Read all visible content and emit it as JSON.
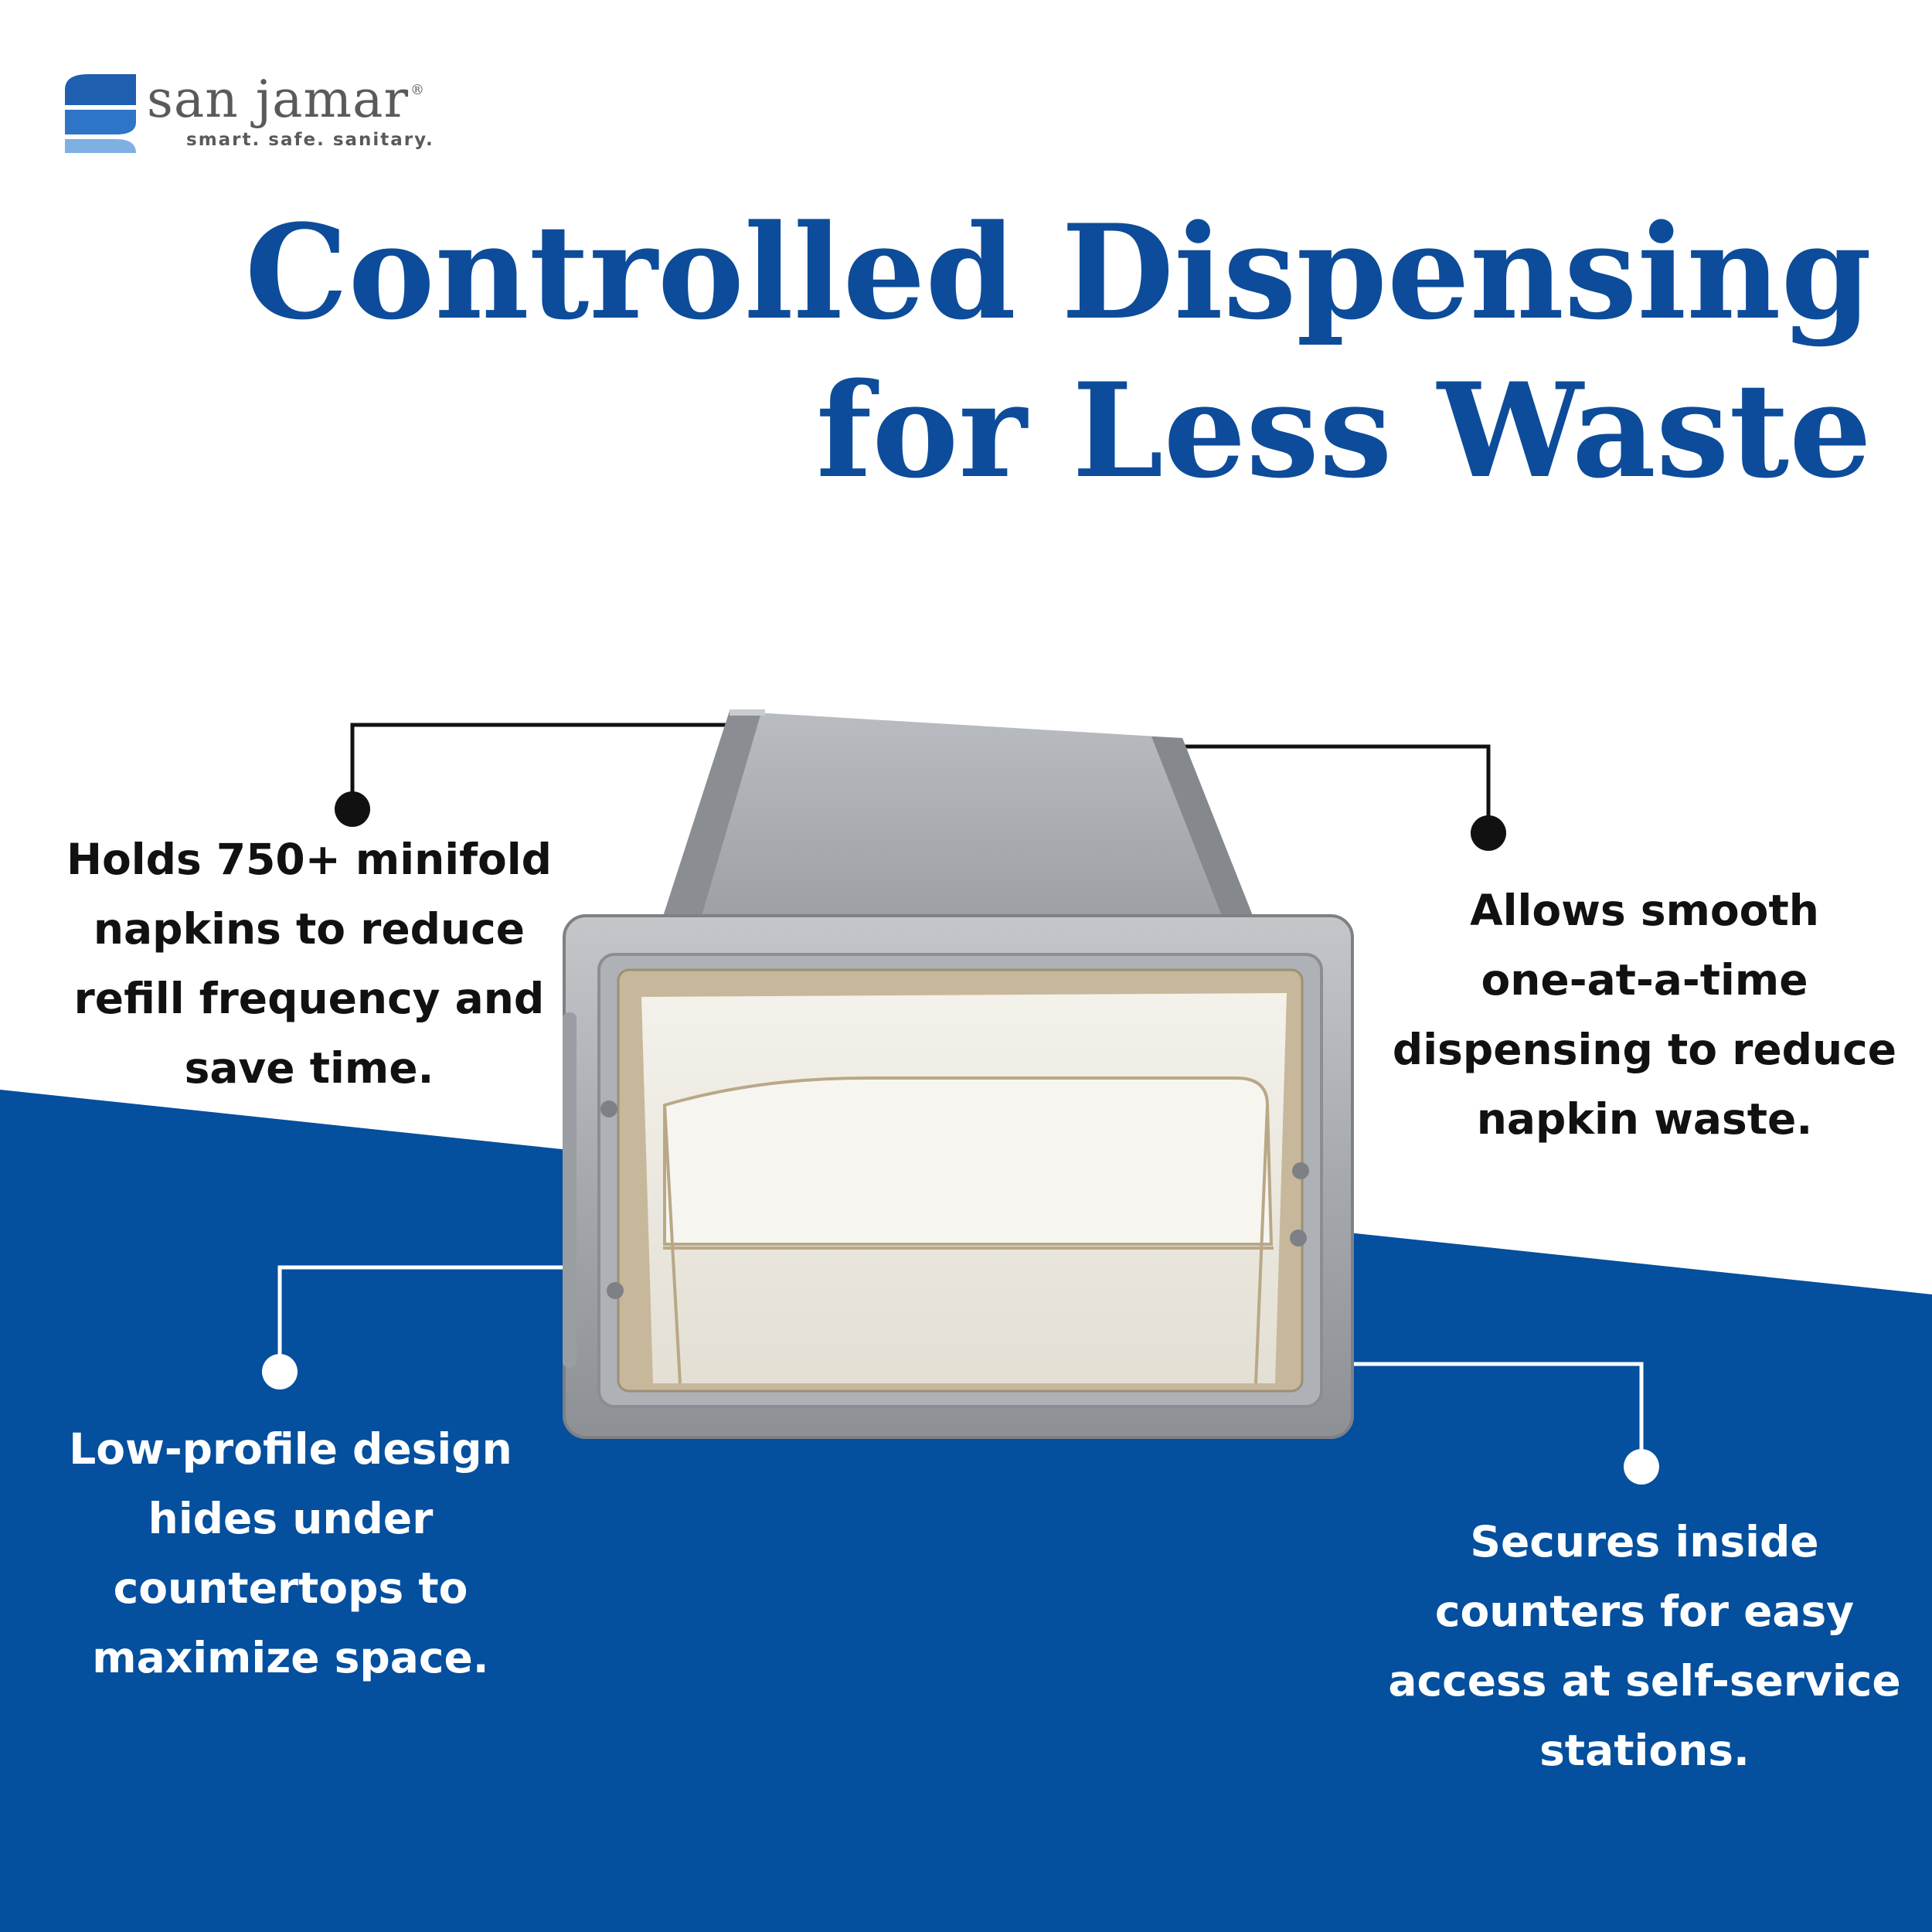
{
  "brand": {
    "name": "san jamar",
    "registered": "®",
    "tagline": "smart.   safe.   sanitary.",
    "colors": {
      "mark_dark": "#1f5fb0",
      "mark_light": "#7fb0e4",
      "text": "#5a5a5a"
    }
  },
  "headline": {
    "line1": "Controlled Dispensing",
    "line2": "for Less Waste",
    "color": "#0d4c9a"
  },
  "background": {
    "top": "#ffffff",
    "bottom": "#044f9e"
  },
  "callouts": {
    "top_left": {
      "lines": [
        "Holds 750+ minifold",
        "napkins to reduce",
        "refill frequency and",
        "save time."
      ]
    },
    "top_right": {
      "lines": [
        "Allows smooth",
        "one-at-a-time",
        "dispensing to reduce",
        "napkin waste."
      ]
    },
    "bottom_left": {
      "lines": [
        "Low-profile design",
        "hides under",
        "countertops to",
        "maximize space."
      ]
    },
    "bottom_right": {
      "lines": [
        "Secures inside",
        "counters for easy",
        "access at self-service",
        "stations."
      ]
    }
  },
  "product": {
    "name": "napkin-dispenser",
    "finish": "stainless-steel"
  }
}
